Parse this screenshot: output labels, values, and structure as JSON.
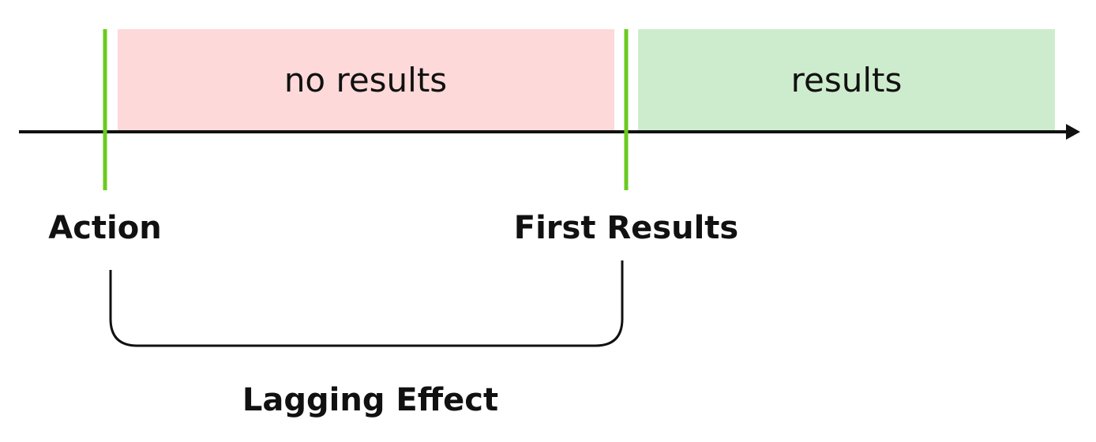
{
  "zones": {
    "before": {
      "label": "no results",
      "color": "#fdd9d9"
    },
    "after": {
      "label": "results",
      "color": "#cdeccd"
    }
  },
  "events": {
    "start": {
      "label": "Action"
    },
    "end": {
      "label": "First Results"
    }
  },
  "span": {
    "label": "Lagging Effect"
  },
  "colors": {
    "marker": "#6acb1f",
    "axis": "#111111",
    "text": "#111111"
  }
}
